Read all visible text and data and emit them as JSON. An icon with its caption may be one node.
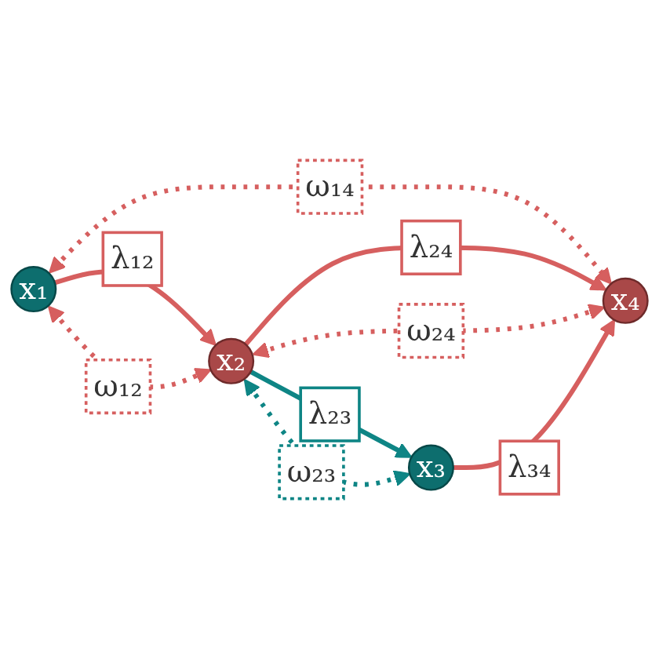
{
  "diagram": {
    "nodes": [
      {
        "text": [
          "x₁"
        ]
      },
      {
        "text": [
          "x₂"
        ]
      },
      {
        "text": [
          "x₃"
        ]
      },
      {
        "text": [
          "x₄"
        ]
      }
    ],
    "edges": [
      {
        "from": 0,
        "to": 1,
        "arrow": "to",
        "label": "λ₁₂"
      },
      {
        "from": 0,
        "to": 1,
        "arrow": "both",
        "label": "ω₁₂",
        "style": "dashed"
      },
      {
        "from": 1,
        "to": 2,
        "arrow": "to",
        "label": "λ₂₃",
        "color": "#0e8585"
      },
      {
        "from": 1,
        "to": 2,
        "arrow": "both",
        "label": "ω₂₃",
        "style": "dashed",
        "color": "#0e8585"
      },
      {
        "from": 0,
        "to": 3,
        "arrow": "both",
        "label": "ω₁₄",
        "style": "dashed"
      },
      {
        "from": 1,
        "to": 3,
        "arrow": "to",
        "label": "λ₂₄"
      },
      {
        "from": 1,
        "to": 3,
        "arrow": "both",
        "label": "ω₂₄",
        "style": "dashed"
      },
      {
        "from": 2,
        "to": 3,
        "arrow": "to",
        "label": "λ₃₄"
      }
    ]
  }
}
